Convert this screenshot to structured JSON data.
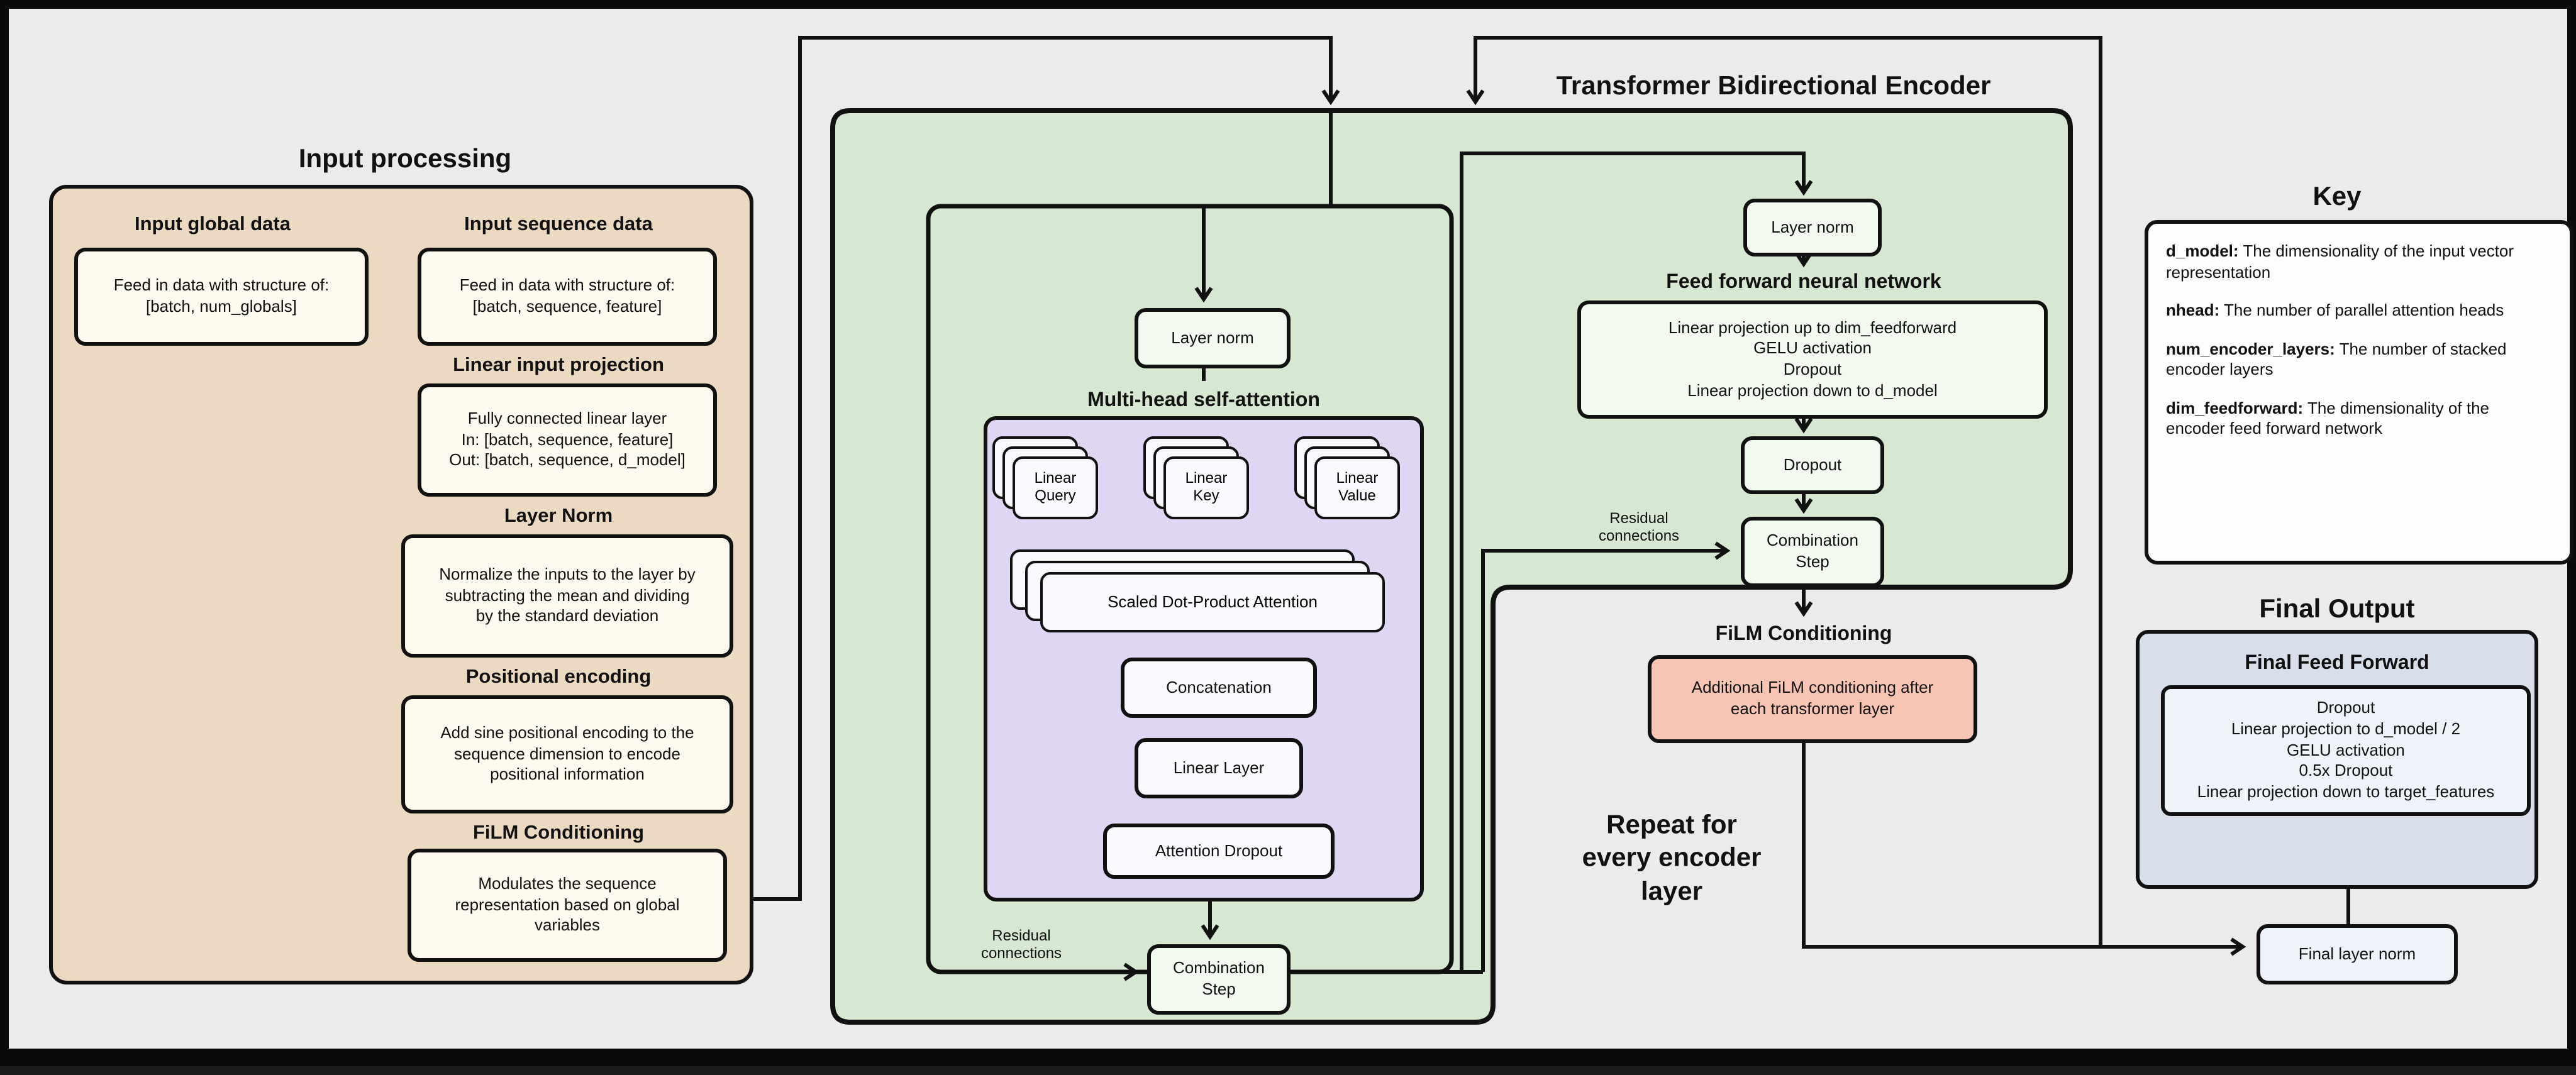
{
  "colors": {
    "bg": "#ebebeb",
    "peach": "#ecd9c2",
    "green": "#d7e8d2",
    "purple": "#ded6f2",
    "pink": "#f8c5b4",
    "blue": "#d8deea",
    "cream": "#fdf9ee"
  },
  "input_processing": {
    "title": "Input processing",
    "global": {
      "title": "Input global data",
      "box": "Feed in data with structure of:\n[batch, num_globals]"
    },
    "sequence": {
      "title": "Input sequence data",
      "box": "Feed in data with structure of:\n[batch, sequence, feature]"
    },
    "linear_projection": {
      "title": "Linear input projection",
      "box": "Fully connected linear layer\nIn: [batch, sequence, feature]\nOut: [batch, sequence, d_model]"
    },
    "layer_norm": {
      "title": "Layer Norm",
      "box": "Normalize the inputs to the layer by\nsubtracting the mean and dividing\nby the standard deviation"
    },
    "positional_encoding": {
      "title": "Positional encoding",
      "box": "Add sine positional encoding to the\nsequence dimension to encode\npositional information"
    },
    "film": {
      "title": "FiLM Conditioning",
      "box": "Modulates the sequence\nrepresentation based on global\nvariables"
    }
  },
  "encoder": {
    "title": "Transformer Bidirectional Encoder",
    "attention": {
      "layer_norm": "Layer norm",
      "title": "Multi-head self-attention",
      "stacks": [
        "Linear\nQuery",
        "Linear\nKey",
        "Linear\nValue"
      ],
      "sdpa": "Scaled Dot-Product Attention",
      "concatenation": "Concatenation",
      "linear_layer": "Linear Layer",
      "attention_dropout": "Attention Dropout",
      "combination": "Combination\nStep",
      "residual": "Residual\nconnections"
    },
    "ffn": {
      "layer_norm": "Layer norm",
      "title": "Feed forward neural network",
      "box": "Linear projection up to dim_feedforward\nGELU activation\nDropout\nLinear projection down to d_model",
      "dropout": "Dropout",
      "combination": "Combination\nStep",
      "residual": "Residual\nconnections"
    }
  },
  "film_conditioning": {
    "title": "FiLM Conditioning",
    "box": "Additional FiLM conditioning after\neach transformer layer"
  },
  "repeat_note": "Repeat for\nevery encoder\nlayer",
  "key": {
    "title": "Key",
    "entries": [
      {
        "term": "d_model:",
        "desc": "The dimensionality of the input vector representation"
      },
      {
        "term": "nhead:",
        "desc": "The number of parallel attention heads"
      },
      {
        "term": "num_encoder_layers:",
        "desc": "The number of stacked encoder layers"
      },
      {
        "term": "dim_feedforward:",
        "desc": "The dimensionality of the encoder feed forward network"
      }
    ]
  },
  "final_output": {
    "title": "Final Output",
    "subtitle": "Final Feed Forward",
    "box": "Dropout\nLinear projection to d_model / 2\nGELU activation\n0.5x Dropout\nLinear projection down to target_features",
    "layer_norm": "Final layer norm"
  }
}
